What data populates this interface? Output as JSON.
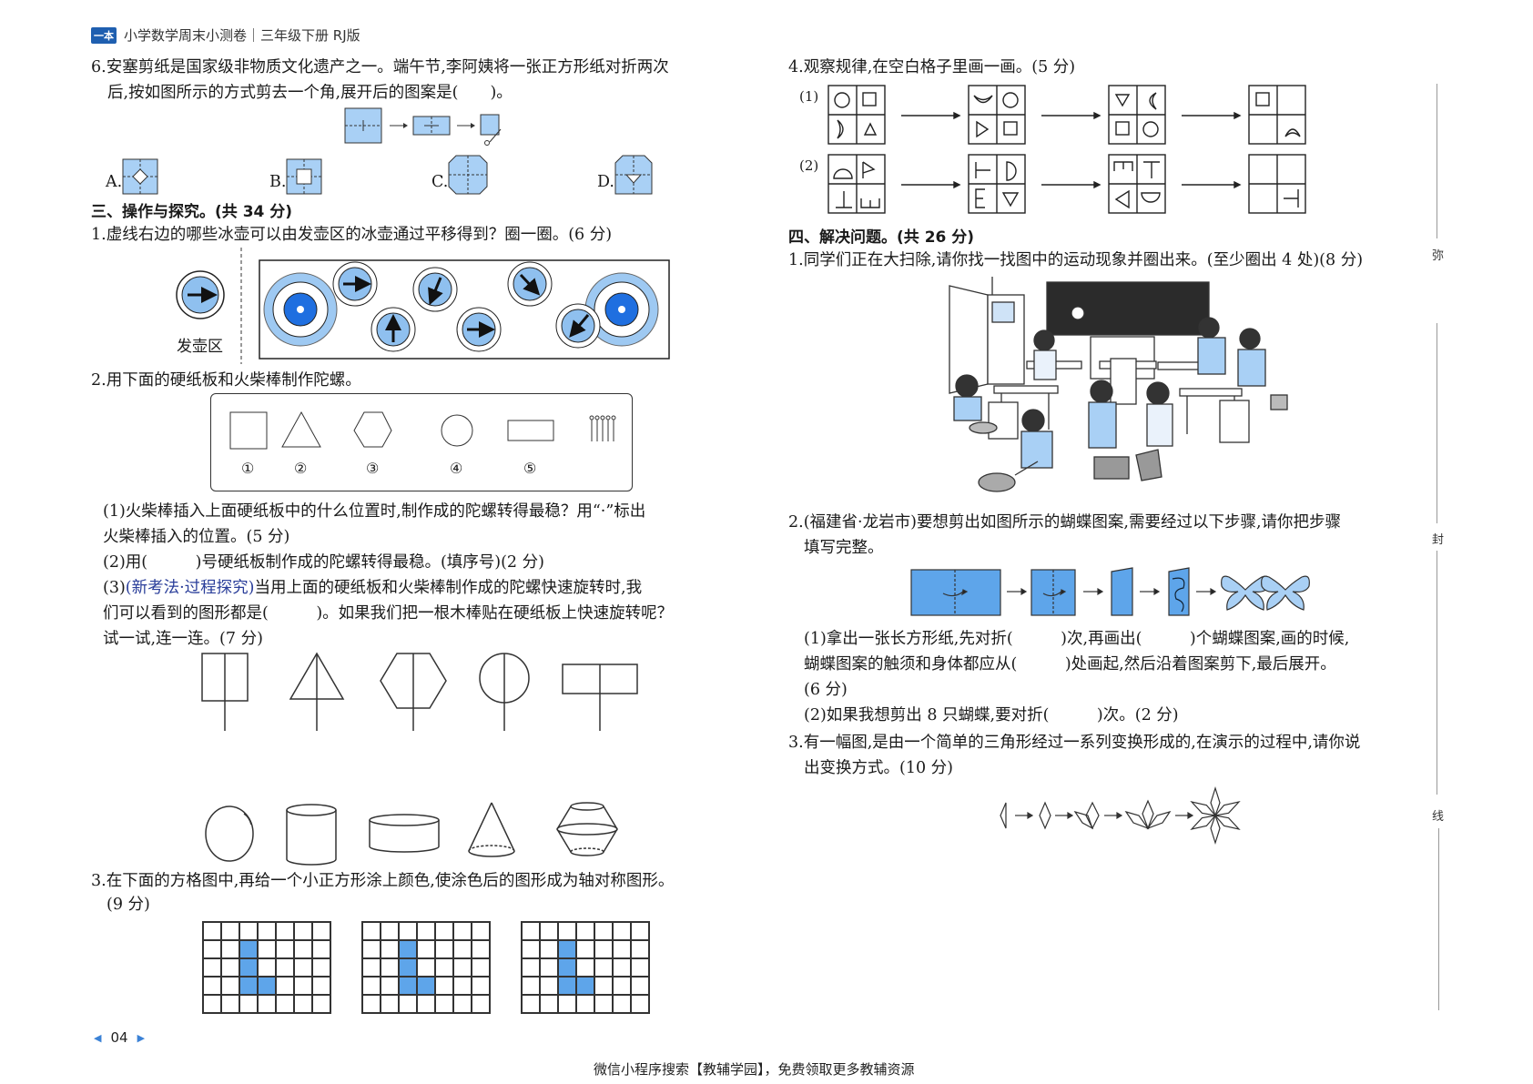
{
  "header": {
    "logo_text": "一本",
    "title": "小学数学周末小测卷｜三年级下册 RJ版"
  },
  "left": {
    "q6": {
      "line1": "6.安塞剪纸是国家级非物质文化遗产之一。端午节,李阿姨将一张正方形纸对折两次",
      "line2": "后,按如图所示的方式剪去一个角,展开后的图案是(　　)。",
      "options": [
        "A.",
        "B.",
        "C.",
        "D."
      ]
    },
    "section3": {
      "title": "三、操作与探究。(共 34 分)",
      "q1": {
        "text": "1.虚线右边的哪些冰壶可以由发壶区的冰壶通过平移得到？圈一圈。(6 分)",
        "launch_zone_label": "发壶区"
      },
      "q2": {
        "text": "2.用下面的硬纸板和火柴棒制作陀螺。",
        "shape_numbers": [
          "①",
          "②",
          "③",
          "④",
          "⑤"
        ],
        "sub1_line1": "(1)火柴棒插入上面硬纸板中的什么位置时,制作成的陀螺转得最稳？用“·”标出",
        "sub1_line2": "火柴棒插入的位置。(5 分)",
        "sub2": "(2)用(　　　)号硬纸板制作成的陀螺转得最稳。(填序号)(2 分)",
        "sub3_tag": "(新考法·过程探究)",
        "sub3_prefix": "(3)",
        "sub3_line1_rest": "当用上面的硬纸板和火柴棒制作成的陀螺快速旋转时,我",
        "sub3_line2": "们可以看到的图形都是(　　　)。如果我们把一根木棒贴在硬纸板上快速旋转呢？",
        "sub3_line3": "试一试,连一连。(7 分)"
      },
      "q3": {
        "line1": "3.在下面的方格图中,再给一个小正方形涂上颜色,使涂色后的图形成为轴对称图形。",
        "line2": "(9 分)",
        "grid": {
          "cols": 7,
          "rows": 5,
          "filled": [
            [
              2,
              1
            ],
            [
              2,
              2
            ],
            [
              2,
              3
            ],
            [
              3,
              3
            ]
          ]
        }
      }
    },
    "page_number": "04"
  },
  "right": {
    "q4": {
      "text": "4.观察规律,在空白格子里画一画。(5 分)",
      "row_labels": [
        "(1)",
        "(2)"
      ]
    },
    "section4": {
      "title": "四、解决问题。(共 26 分)",
      "q1": {
        "text": "1.同学们正在大扫除,请你找一找图中的运动现象并圈出来。(至少圈出 4 处)(8 分)"
      },
      "q2": {
        "tag": "(福建省·龙岩市)",
        "prefix": "2.",
        "line1_rest": "要想剪出如图所示的蝴蝶图案,需要经过以下步骤,请你把步骤",
        "line2": "填写完整。",
        "sub1_line1": "(1)拿出一张长方形纸,先对折(　　　)次,再画出(　　　)个蝴蝶图案,画的时候,",
        "sub1_line2": "蝴蝶图案的触须和身体都应从(　　　)处画起,然后沿着图案剪下,最后展开。",
        "sub1_line3": "(6 分)",
        "sub2": "(2)如果我想剪出 8 只蝴蝶,要对折(　　　)次。(2 分)"
      },
      "q3": {
        "line1": "3.有一幅图,是由一个简单的三角形经过一系列变换形成的,在演示的过程中,请你说",
        "line2": "出变换方式。(10 分)"
      }
    }
  },
  "binding_margin": {
    "labels": [
      "弥",
      "封",
      "线"
    ]
  },
  "footer": {
    "promo": "微信小程序搜索【教辅学园】，免费领取更多教辅资源"
  },
  "colors": {
    "light_blue": "#9ec9f2",
    "mid_blue": "#5ea5ea",
    "dark_blue": "#1f6fe0",
    "logo_blue": "#1f5fb0"
  }
}
